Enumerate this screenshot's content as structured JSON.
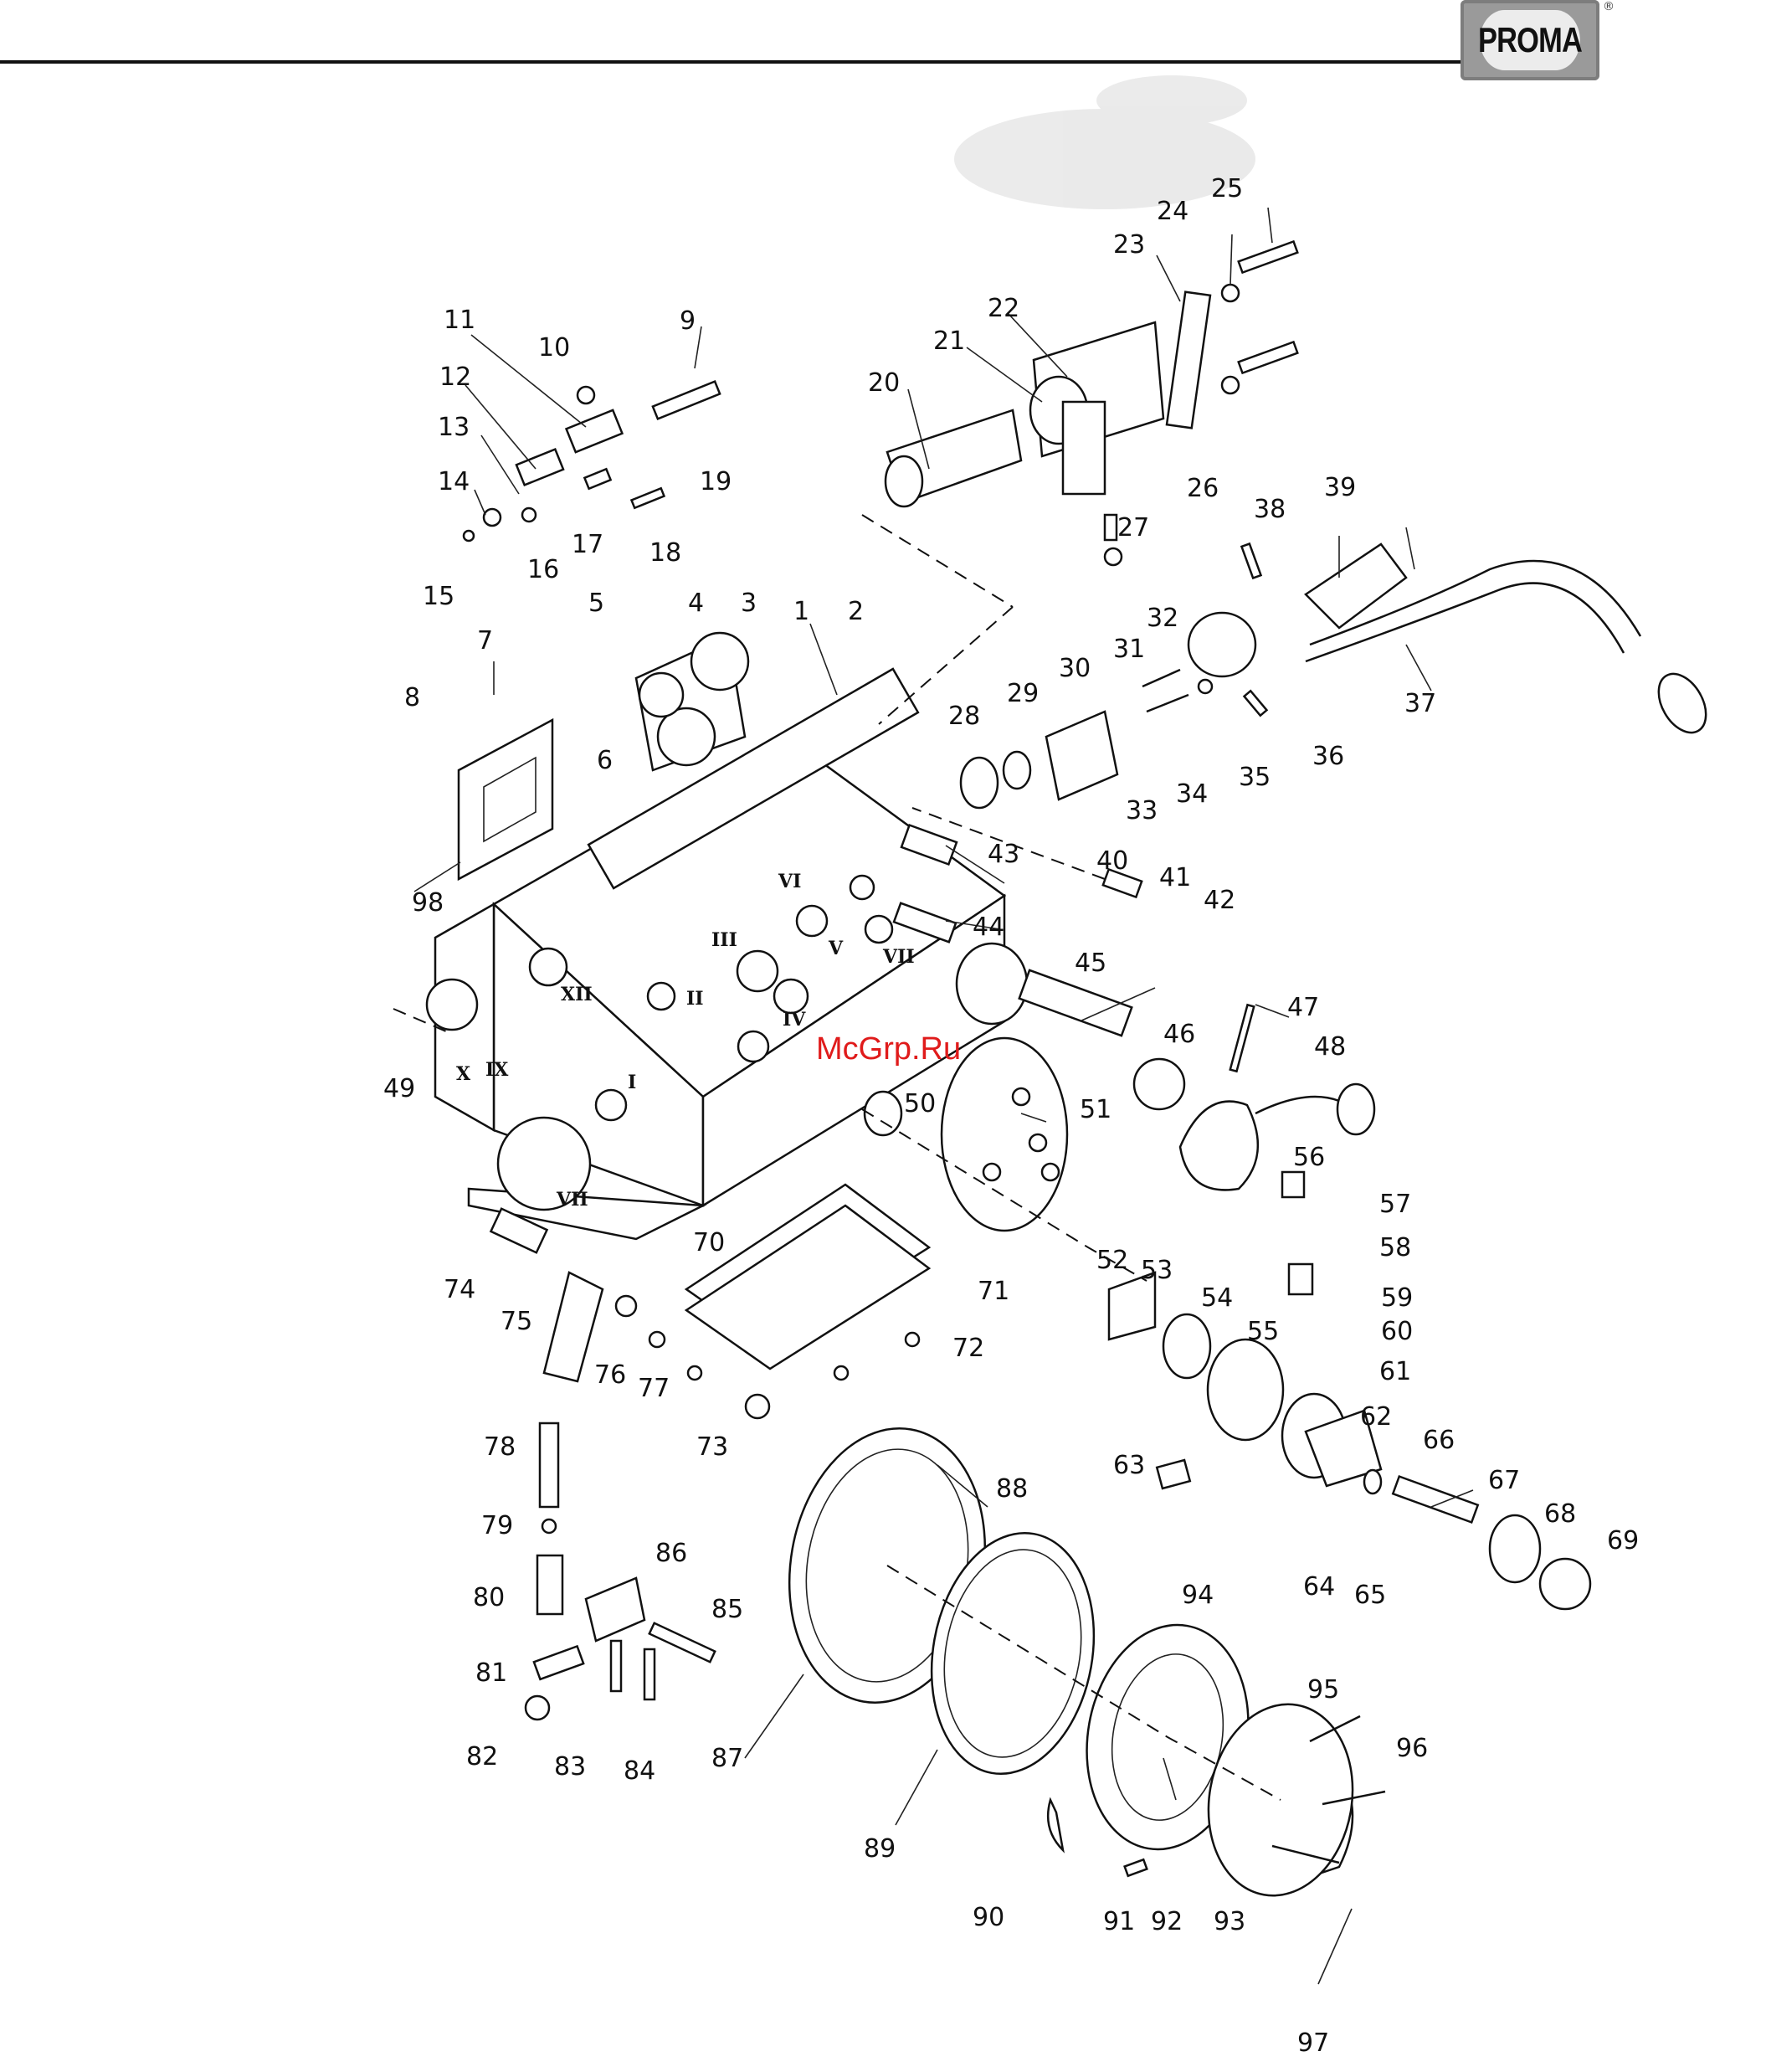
{
  "brand": {
    "logo_text": "PROMA",
    "registered_mark": "®"
  },
  "watermark": "McGrp.Ru",
  "callouts": [
    "1",
    "2",
    "3",
    "4",
    "5",
    "6",
    "7",
    "8",
    "9",
    "10",
    "11",
    "12",
    "13",
    "14",
    "15",
    "16",
    "17",
    "18",
    "19",
    "20",
    "21",
    "22",
    "23",
    "24",
    "25",
    "26",
    "27",
    "28",
    "29",
    "30",
    "31",
    "32",
    "33",
    "34",
    "35",
    "36",
    "37",
    "38",
    "39",
    "40",
    "41",
    "42",
    "43",
    "44",
    "45",
    "46",
    "47",
    "48",
    "49",
    "50",
    "51",
    "52",
    "53",
    "54",
    "55",
    "56",
    "57",
    "58",
    "59",
    "60",
    "61",
    "62",
    "63",
    "64",
    "65",
    "66",
    "67",
    "68",
    "69",
    "70",
    "71",
    "72",
    "73",
    "74",
    "75",
    "76",
    "77",
    "78",
    "79",
    "80",
    "81",
    "82",
    "83",
    "84",
    "85",
    "86",
    "87",
    "88",
    "89",
    "90",
    "91",
    "92",
    "93",
    "94",
    "95",
    "96",
    "97",
    "98"
  ],
  "shaft_numerals": [
    "I",
    "II",
    "III",
    "IV",
    "V",
    "VI",
    "VII",
    "XII",
    "IX",
    "X",
    "VII"
  ]
}
